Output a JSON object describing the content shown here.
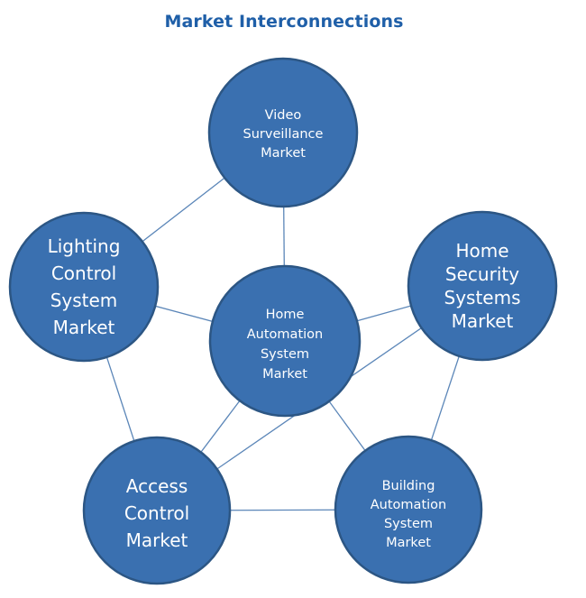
{
  "title": "Market Interconnections",
  "colors": {
    "node_fill": "#3a70b0",
    "node_stroke": "#2c5684",
    "edge": "#5b86b8",
    "title": "#1f5fa8"
  },
  "nodes": [
    {
      "id": "video-surveillance",
      "lines": [
        "Video",
        "Surveillance",
        "Market"
      ]
    },
    {
      "id": "lighting-control",
      "lines": [
        "Lighting",
        "Control",
        "System",
        "Market"
      ]
    },
    {
      "id": "home-automation",
      "lines": [
        "Home",
        "Automation",
        "System",
        "Market"
      ]
    },
    {
      "id": "home-security",
      "lines": [
        "Home",
        "Security",
        "Systems",
        "Market"
      ]
    },
    {
      "id": "access-control",
      "lines": [
        "Access",
        "Control",
        "Market"
      ]
    },
    {
      "id": "building-automation",
      "lines": [
        "Building",
        "Automation",
        "System",
        "Market"
      ]
    }
  ],
  "edges": [
    [
      "video-surveillance",
      "lighting-control"
    ],
    [
      "video-surveillance",
      "home-automation"
    ],
    [
      "lighting-control",
      "home-automation"
    ],
    [
      "home-automation",
      "home-security"
    ],
    [
      "lighting-control",
      "access-control"
    ],
    [
      "home-automation",
      "access-control"
    ],
    [
      "home-automation",
      "building-automation"
    ],
    [
      "home-security",
      "access-control"
    ],
    [
      "home-security",
      "building-automation"
    ],
    [
      "access-control",
      "building-automation"
    ]
  ]
}
